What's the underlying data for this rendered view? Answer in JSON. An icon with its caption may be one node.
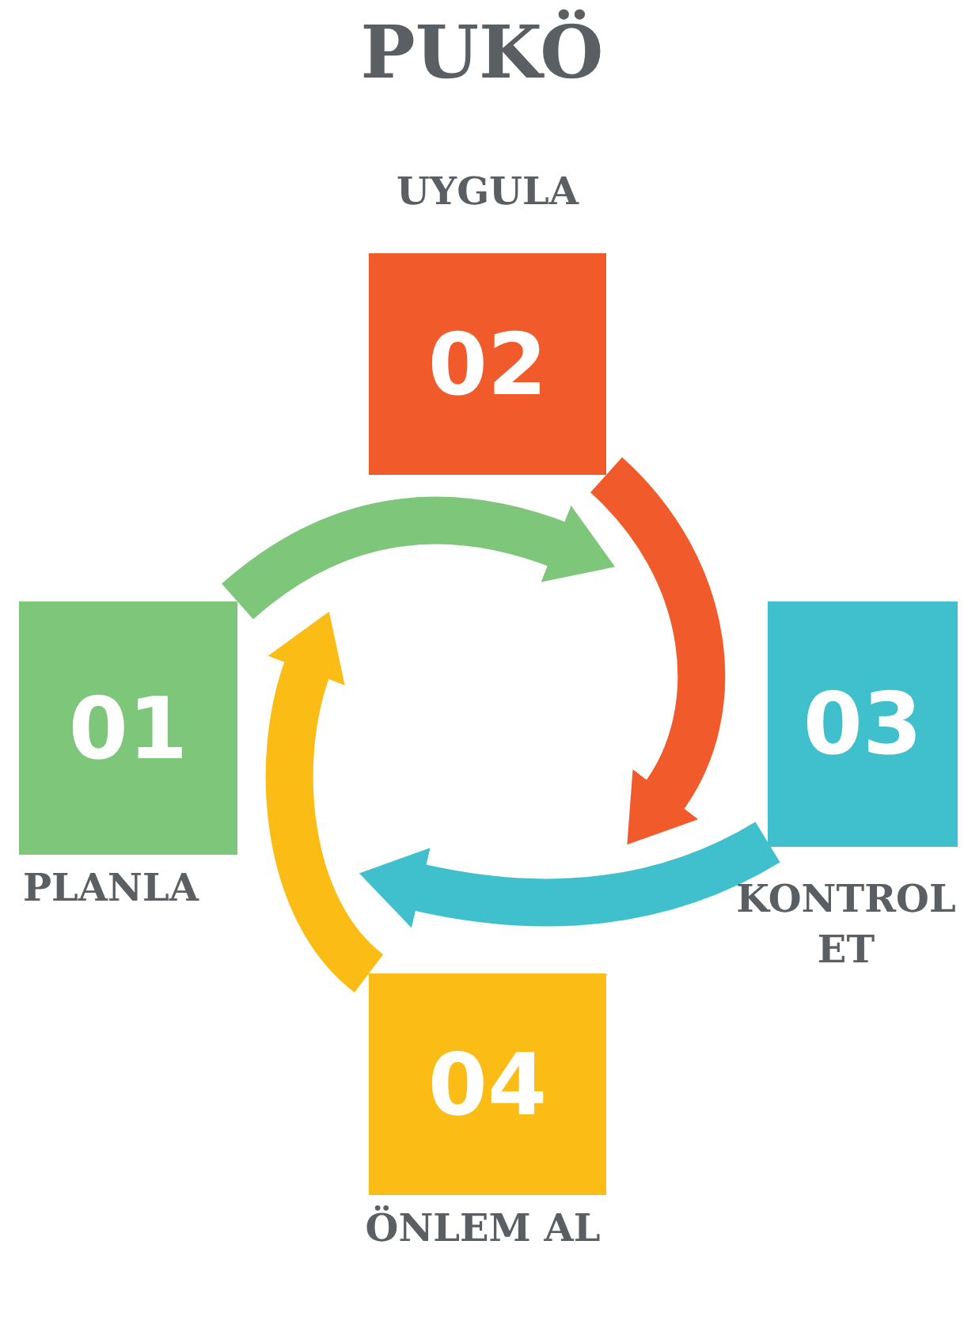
{
  "diagram": {
    "title": "PUKÖ",
    "nodes": [
      {
        "text": [
          "01"
        ],
        "beside": [
          "PLANLA"
        ]
      },
      {
        "text": [
          "02"
        ],
        "beside": [
          "UYGULA"
        ]
      },
      {
        "text": [
          "03"
        ],
        "beside": [
          "KONTROL ET"
        ]
      },
      {
        "text": [
          "04"
        ],
        "beside": [
          "ÖNLEM AL"
        ]
      }
    ],
    "edges": [
      {
        "from": 0,
        "to": 1,
        "arrow": "to",
        "color": "#7dc67a"
      },
      {
        "from": 1,
        "to": 2,
        "arrow": "to",
        "color": "#f15a2b"
      },
      {
        "from": 2,
        "to": 3,
        "arrow": "to",
        "color": "#40c0cc"
      },
      {
        "from": 3,
        "to": 0,
        "arrow": "to",
        "color": "#fbbc16"
      }
    ]
  }
}
